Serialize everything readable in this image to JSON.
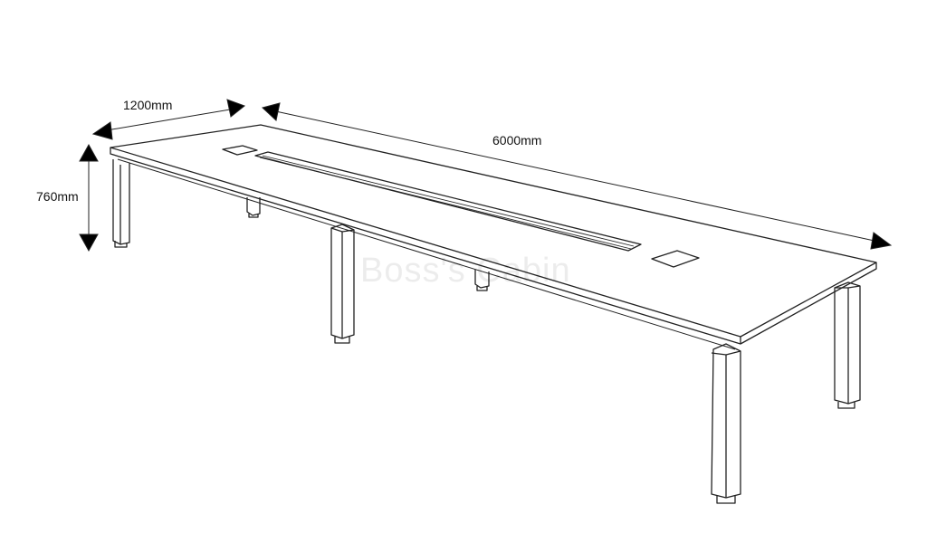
{
  "dimensions": {
    "depth": "1200mm",
    "length": "6000mm",
    "height": "760mm"
  },
  "watermark": "Boss's Cabin"
}
